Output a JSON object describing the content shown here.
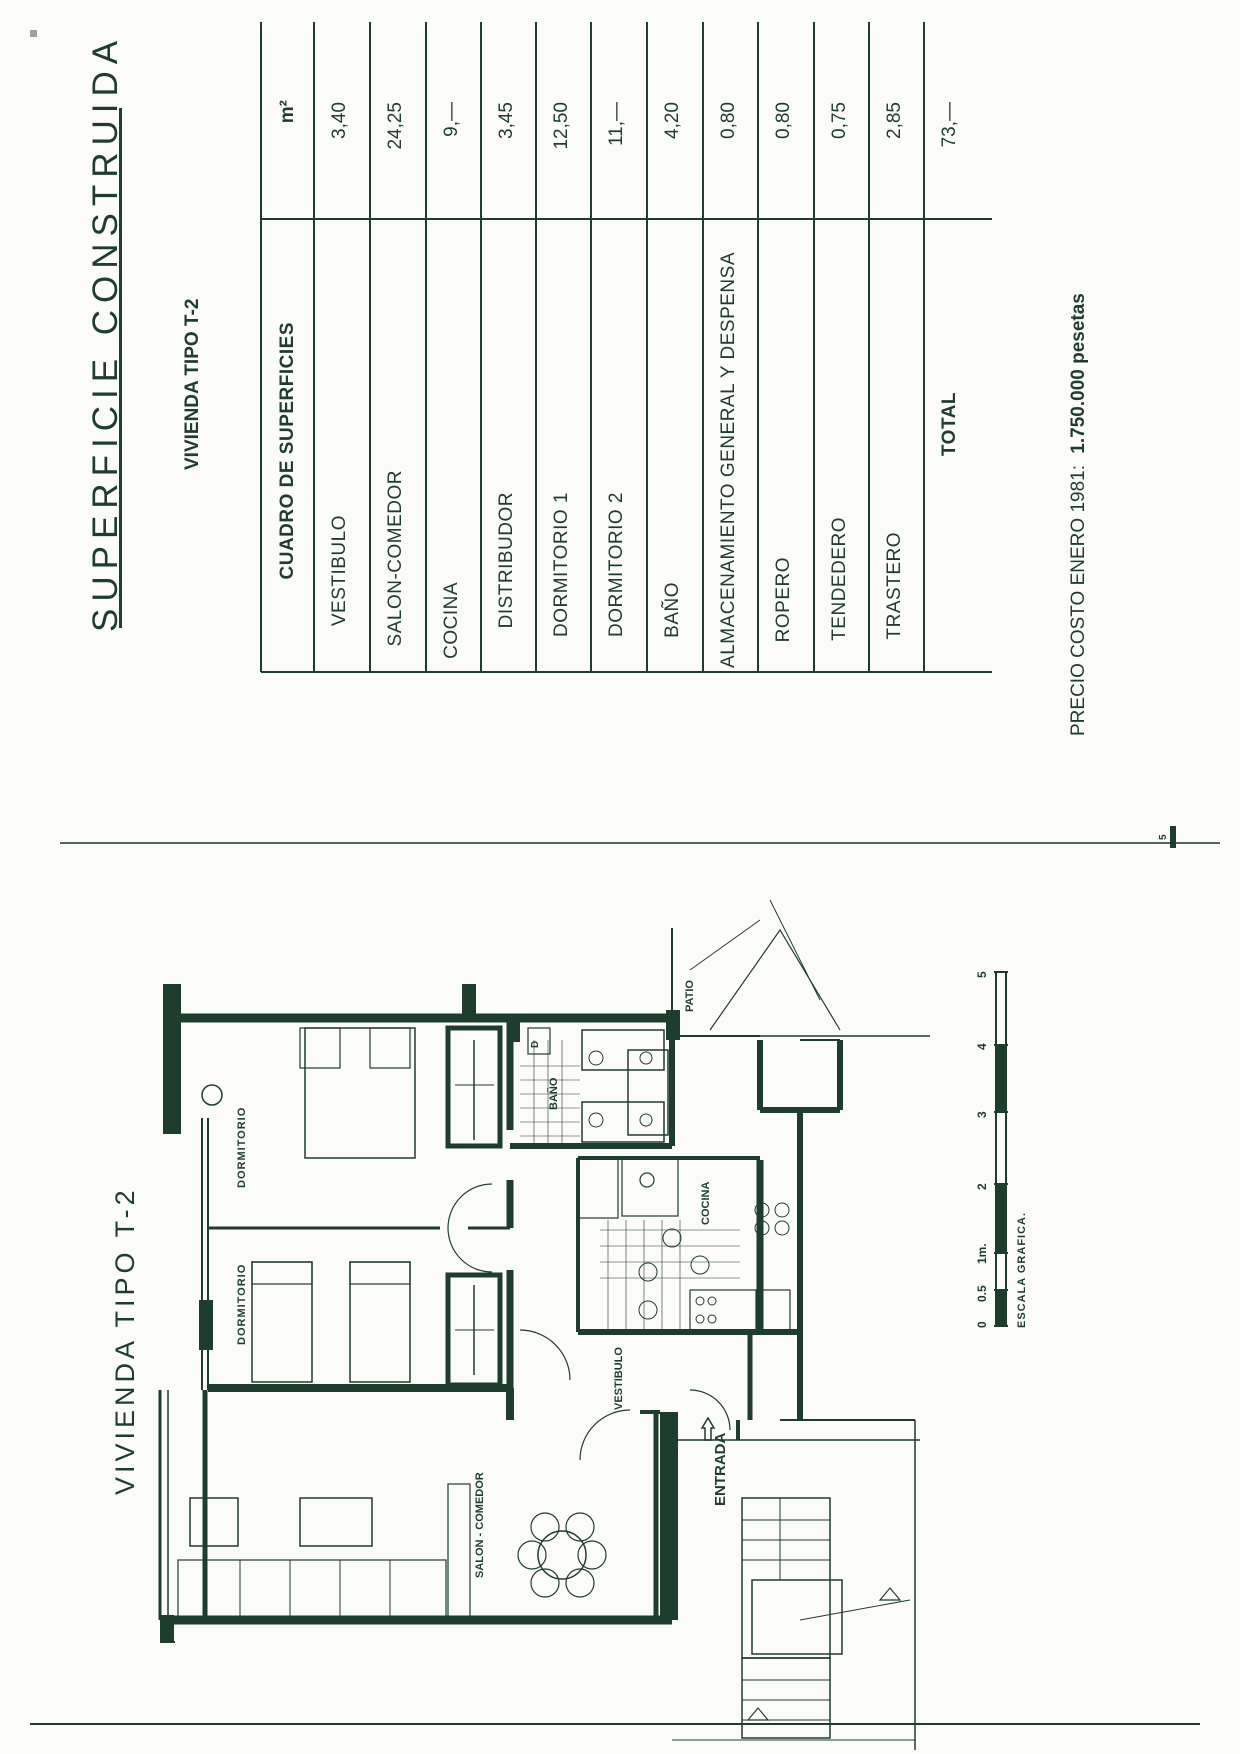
{
  "header": {
    "title": "SUPERFICIE CONSTRUIDA",
    "subtitle": "VIVIENDA TIPO T-2"
  },
  "surface_table": {
    "header_label": "CUADRO DE SUPERFICIES",
    "header_unit": "m²",
    "rows": [
      {
        "label": "VESTIBULO",
        "value": "3,40"
      },
      {
        "label": "SALON-COMEDOR",
        "value": "24,25"
      },
      {
        "label": "COCINA",
        "value": "9,—"
      },
      {
        "label": "DISTRIBUDOR",
        "value": "3,45"
      },
      {
        "label": "DORMITORIO 1",
        "value": "12,50"
      },
      {
        "label": "DORMITORIO 2",
        "value": "11,—"
      },
      {
        "label": "BAÑO",
        "value": "4,20"
      },
      {
        "label": "ALMACENAMIENTO GENERAL Y DESPENSA",
        "value": "0,80"
      },
      {
        "label": "ROPERO",
        "value": "0,80"
      },
      {
        "label": "TENDEDERO",
        "value": "0,75"
      },
      {
        "label": "TRASTERO",
        "value": "2,85"
      }
    ],
    "total_label": "TOTAL",
    "total_value": "73,—"
  },
  "price": {
    "label": "PRECIO COSTO ENERO 1981:",
    "value": "1.750.000 pesetas"
  },
  "plan": {
    "title": "VIVIENDA TIPO T-2",
    "rooms": {
      "dormitorio_top": "DORMITORIO",
      "dormitorio_mid": "DORMITORIO",
      "bano": "BAÑO",
      "cocina": "COCINA",
      "patio": "PATIO",
      "vestibulo": "VESTIBULO",
      "salon": "SALON - COMEDOR",
      "entrada": "ENTRADA",
      "bath_d": "D"
    },
    "scale": {
      "label": "ESCALA  GRAFICA.",
      "ticks": [
        "0",
        "0.5",
        "1m.",
        "2",
        "3",
        "4",
        "5"
      ]
    },
    "page_mark": "5"
  },
  "colors": {
    "ink": "#1f3d2c",
    "paper": "#fbfbf8"
  }
}
